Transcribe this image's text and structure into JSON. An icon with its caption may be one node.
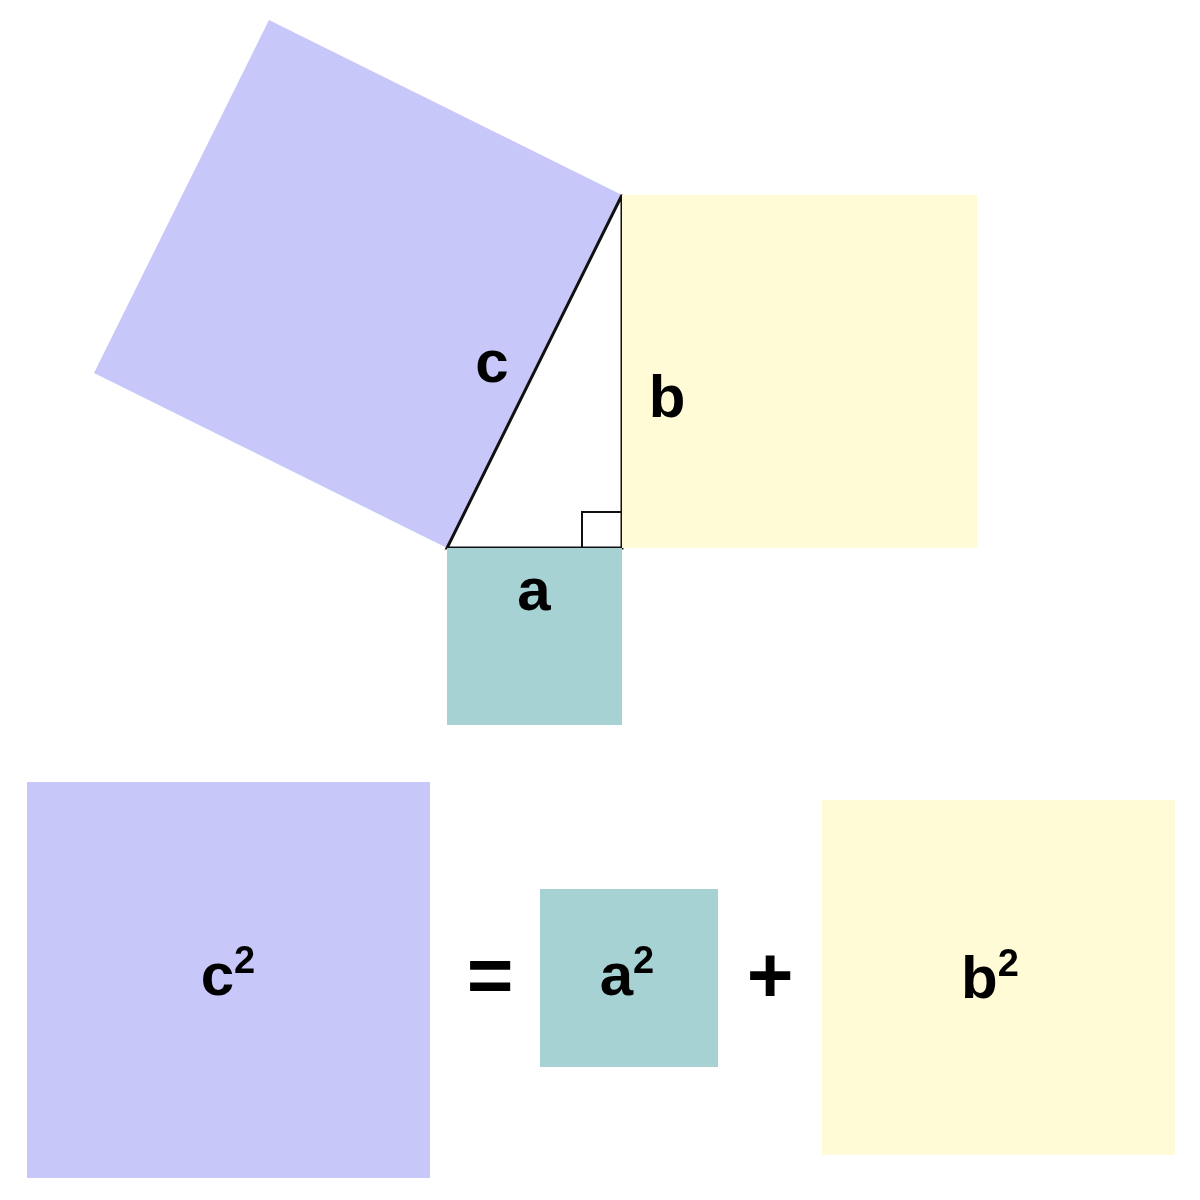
{
  "diagram": {
    "nodes": [
      {
        "text": [
          "c"
        ]
      },
      {
        "text": [
          "b"
        ]
      },
      {
        "text": [
          "a"
        ]
      },
      {
        "text": [
          "c$^{2}$"
        ]
      },
      {
        "text": [
          "a$^{2}$"
        ]
      },
      {
        "text": [
          "b$^{2}$"
        ]
      }
    ],
    "labels": [
      "=",
      "+"
    ]
  }
}
